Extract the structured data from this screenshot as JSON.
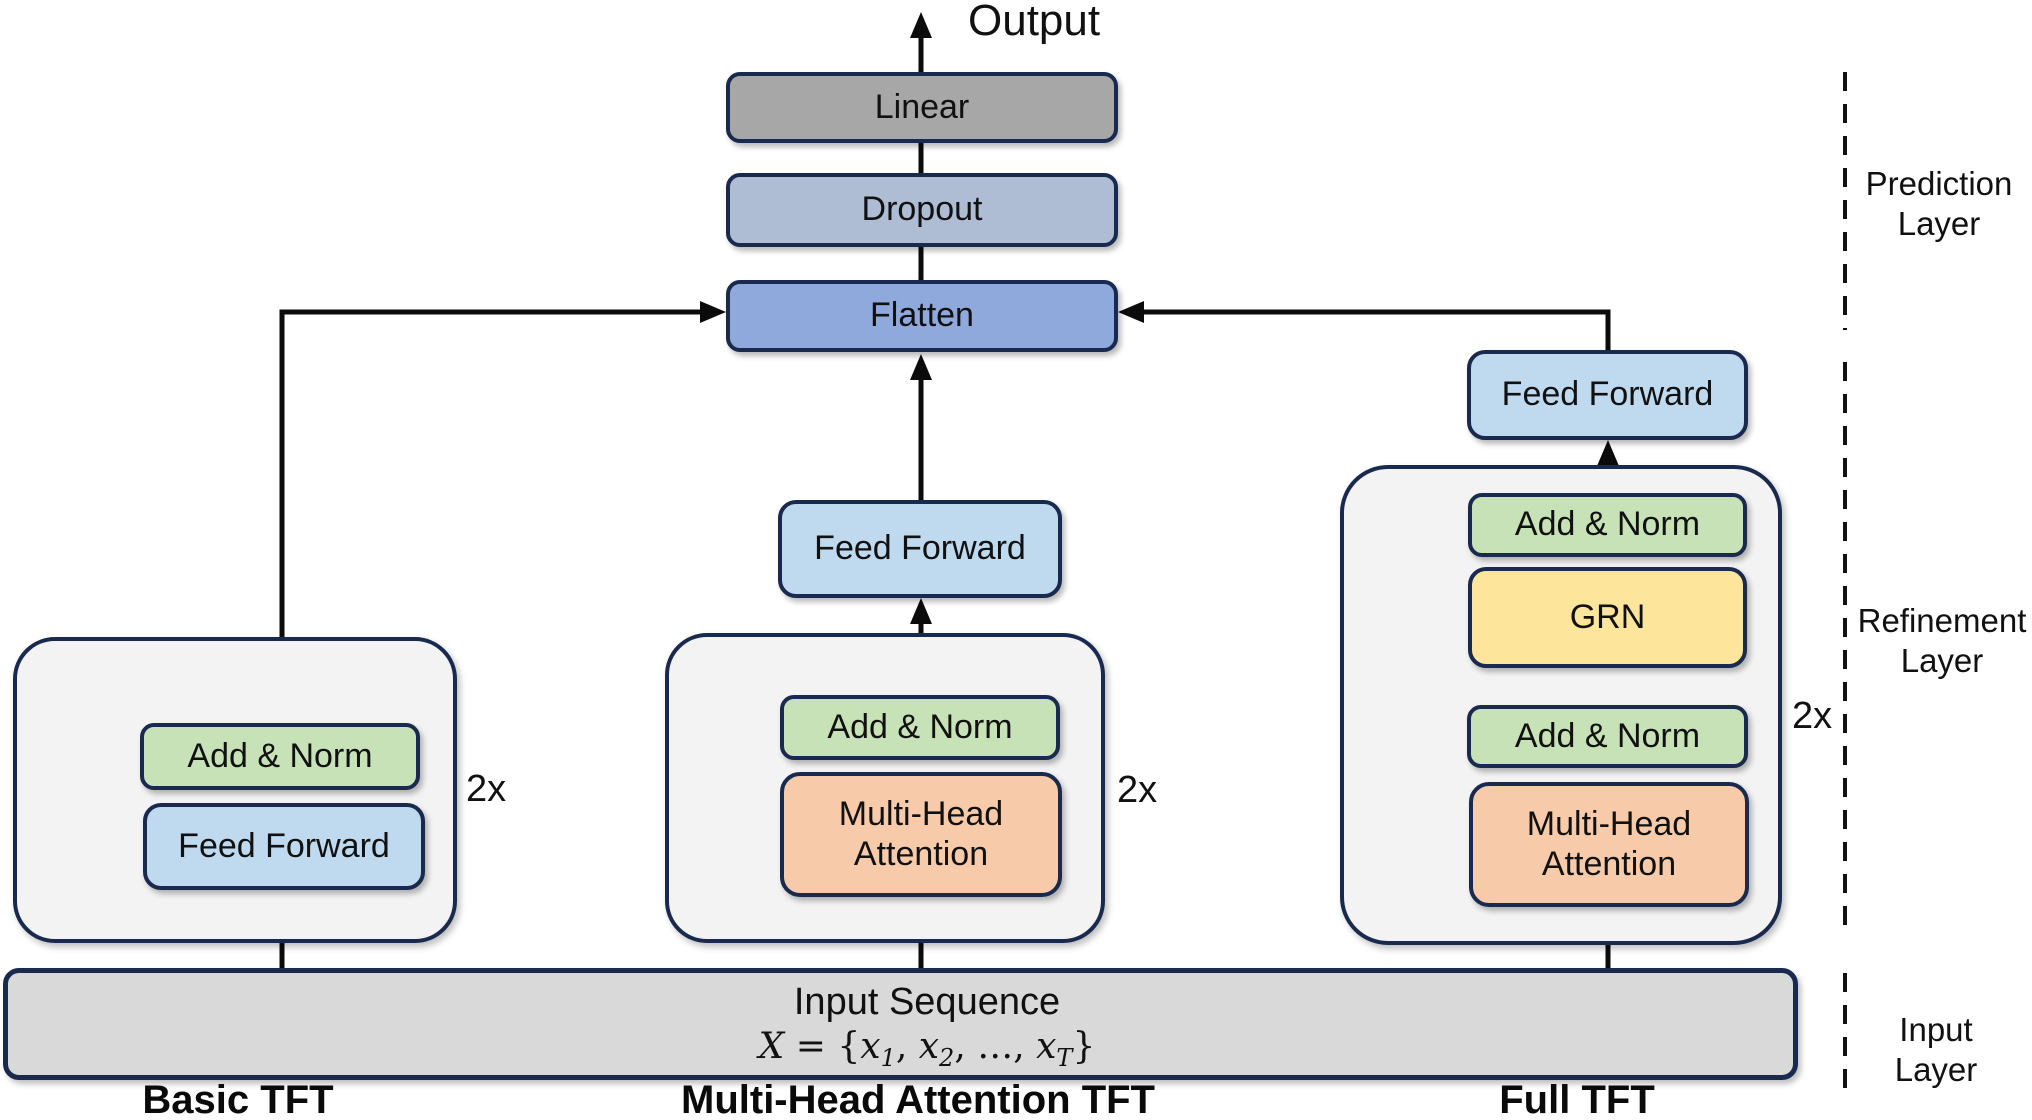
{
  "output_label": "Output",
  "prediction_stack": {
    "linear": "Linear",
    "dropout": "Dropout",
    "flatten": "Flatten"
  },
  "panels": {
    "basic": {
      "title": "Basic TFT",
      "add_norm": "Add & Norm",
      "feed_forward": "Feed Forward",
      "repeat": "2x"
    },
    "mha": {
      "title": "Multi-Head Attention TFT",
      "feed_forward": "Feed Forward",
      "add_norm": "Add & Norm",
      "attention": "Multi-Head Attention",
      "repeat": "2x"
    },
    "full": {
      "title": "Full TFT",
      "feed_forward": "Feed Forward",
      "add_norm_top": "Add & Norm",
      "grn": "GRN",
      "add_norm_bottom": "Add & Norm",
      "attention": "Multi-Head Attention",
      "repeat": "2x"
    }
  },
  "input_bar": {
    "title": "Input Sequence",
    "formula": {
      "var": "X",
      "eq": " = ",
      "open": "{",
      "x1": "x",
      "s1": "1",
      "c1": ", ",
      "x2": "x",
      "s2": "2",
      "c2": ", ",
      "dots": "…",
      "c3": ", ",
      "xT": "x",
      "sT": "T",
      "close": "}"
    }
  },
  "layer_labels": {
    "prediction_line1": "Prediction",
    "prediction_line2": "Layer",
    "refinement_line1": "Refinement",
    "refinement_line2": "Layer",
    "input_line1": "Input",
    "input_line2": "Layer"
  },
  "colors": {
    "border_navy": "#1a2a4f",
    "linear_gray": "#a7a7a7",
    "dropout_bluegray": "#aebdd3",
    "flatten_blue": "#8fa9dc",
    "feed_forward_lightblue": "#bfd9ef",
    "add_norm_green": "#c8e2b8",
    "attention_peach": "#f7cbaa",
    "grn_yellow": "#fde69c",
    "container_gray": "#f3f3f4",
    "input_bar_gray": "#d9d9d9",
    "wire_black": "#0b0b0b"
  }
}
